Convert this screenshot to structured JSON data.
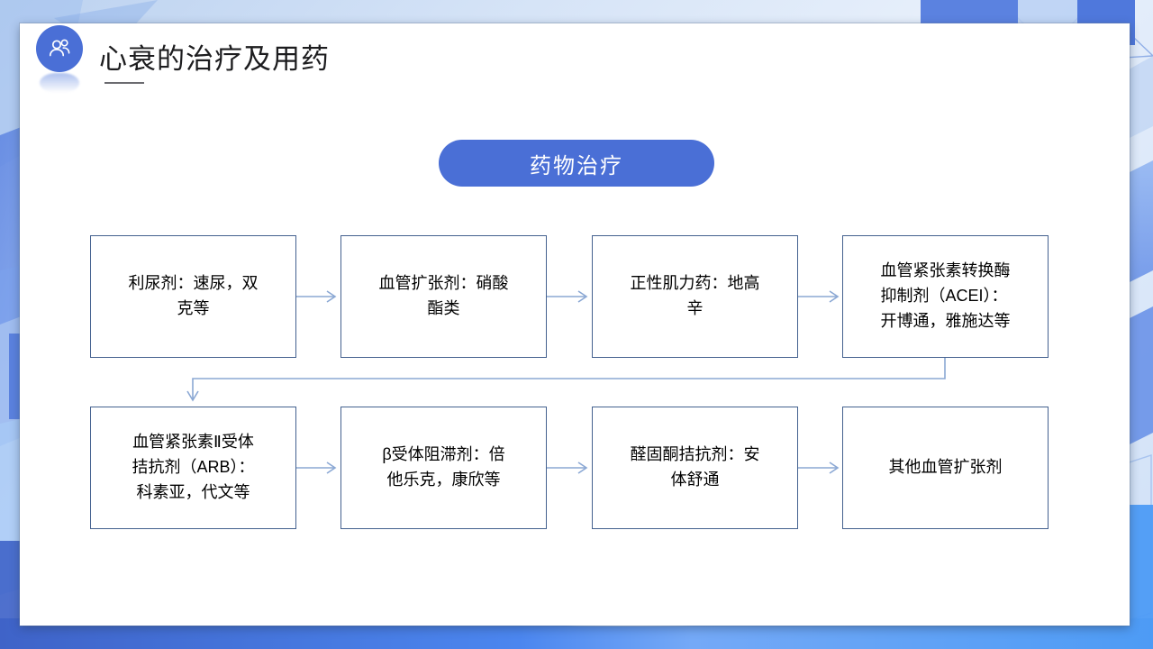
{
  "header": {
    "title": "心衰的治疗及用药",
    "icon": "users-icon",
    "accent_color": "#4a6fd6"
  },
  "section": {
    "pill_label": "药物治疗",
    "pill_color": "#4a6fd6",
    "pill_text_color": "#ffffff"
  },
  "flow": {
    "box_border_color": "#44618f",
    "arrow_color": "#8ba8d4",
    "row1": [
      {
        "id": "box-diuretics",
        "text": "利尿剂：速尿，双\n克等",
        "align": "center"
      },
      {
        "id": "box-vasodilators",
        "text": "血管扩张剂：硝酸\n酯类",
        "align": "center"
      },
      {
        "id": "box-inotropes",
        "text": "正性肌力药：地高\n辛",
        "align": "center"
      },
      {
        "id": "box-acei",
        "text": "血管紧张素转换酶\n抑制剂（ACEI）：\n开博通，雅施达等",
        "align": "left"
      }
    ],
    "row2": [
      {
        "id": "box-arb",
        "text": "血管紧张素Ⅱ受体\n拮抗剂（ARB）：\n科素亚，代文等",
        "align": "center"
      },
      {
        "id": "box-beta-blockers",
        "text": "β受体阻滞剂：倍\n他乐克，康欣等",
        "align": "center"
      },
      {
        "id": "box-aldosterone",
        "text": "醛固酮拮抗剂：安\n体舒通",
        "align": "center"
      },
      {
        "id": "box-other-vaso",
        "text": "其他血管扩张剂",
        "align": "center"
      }
    ]
  }
}
